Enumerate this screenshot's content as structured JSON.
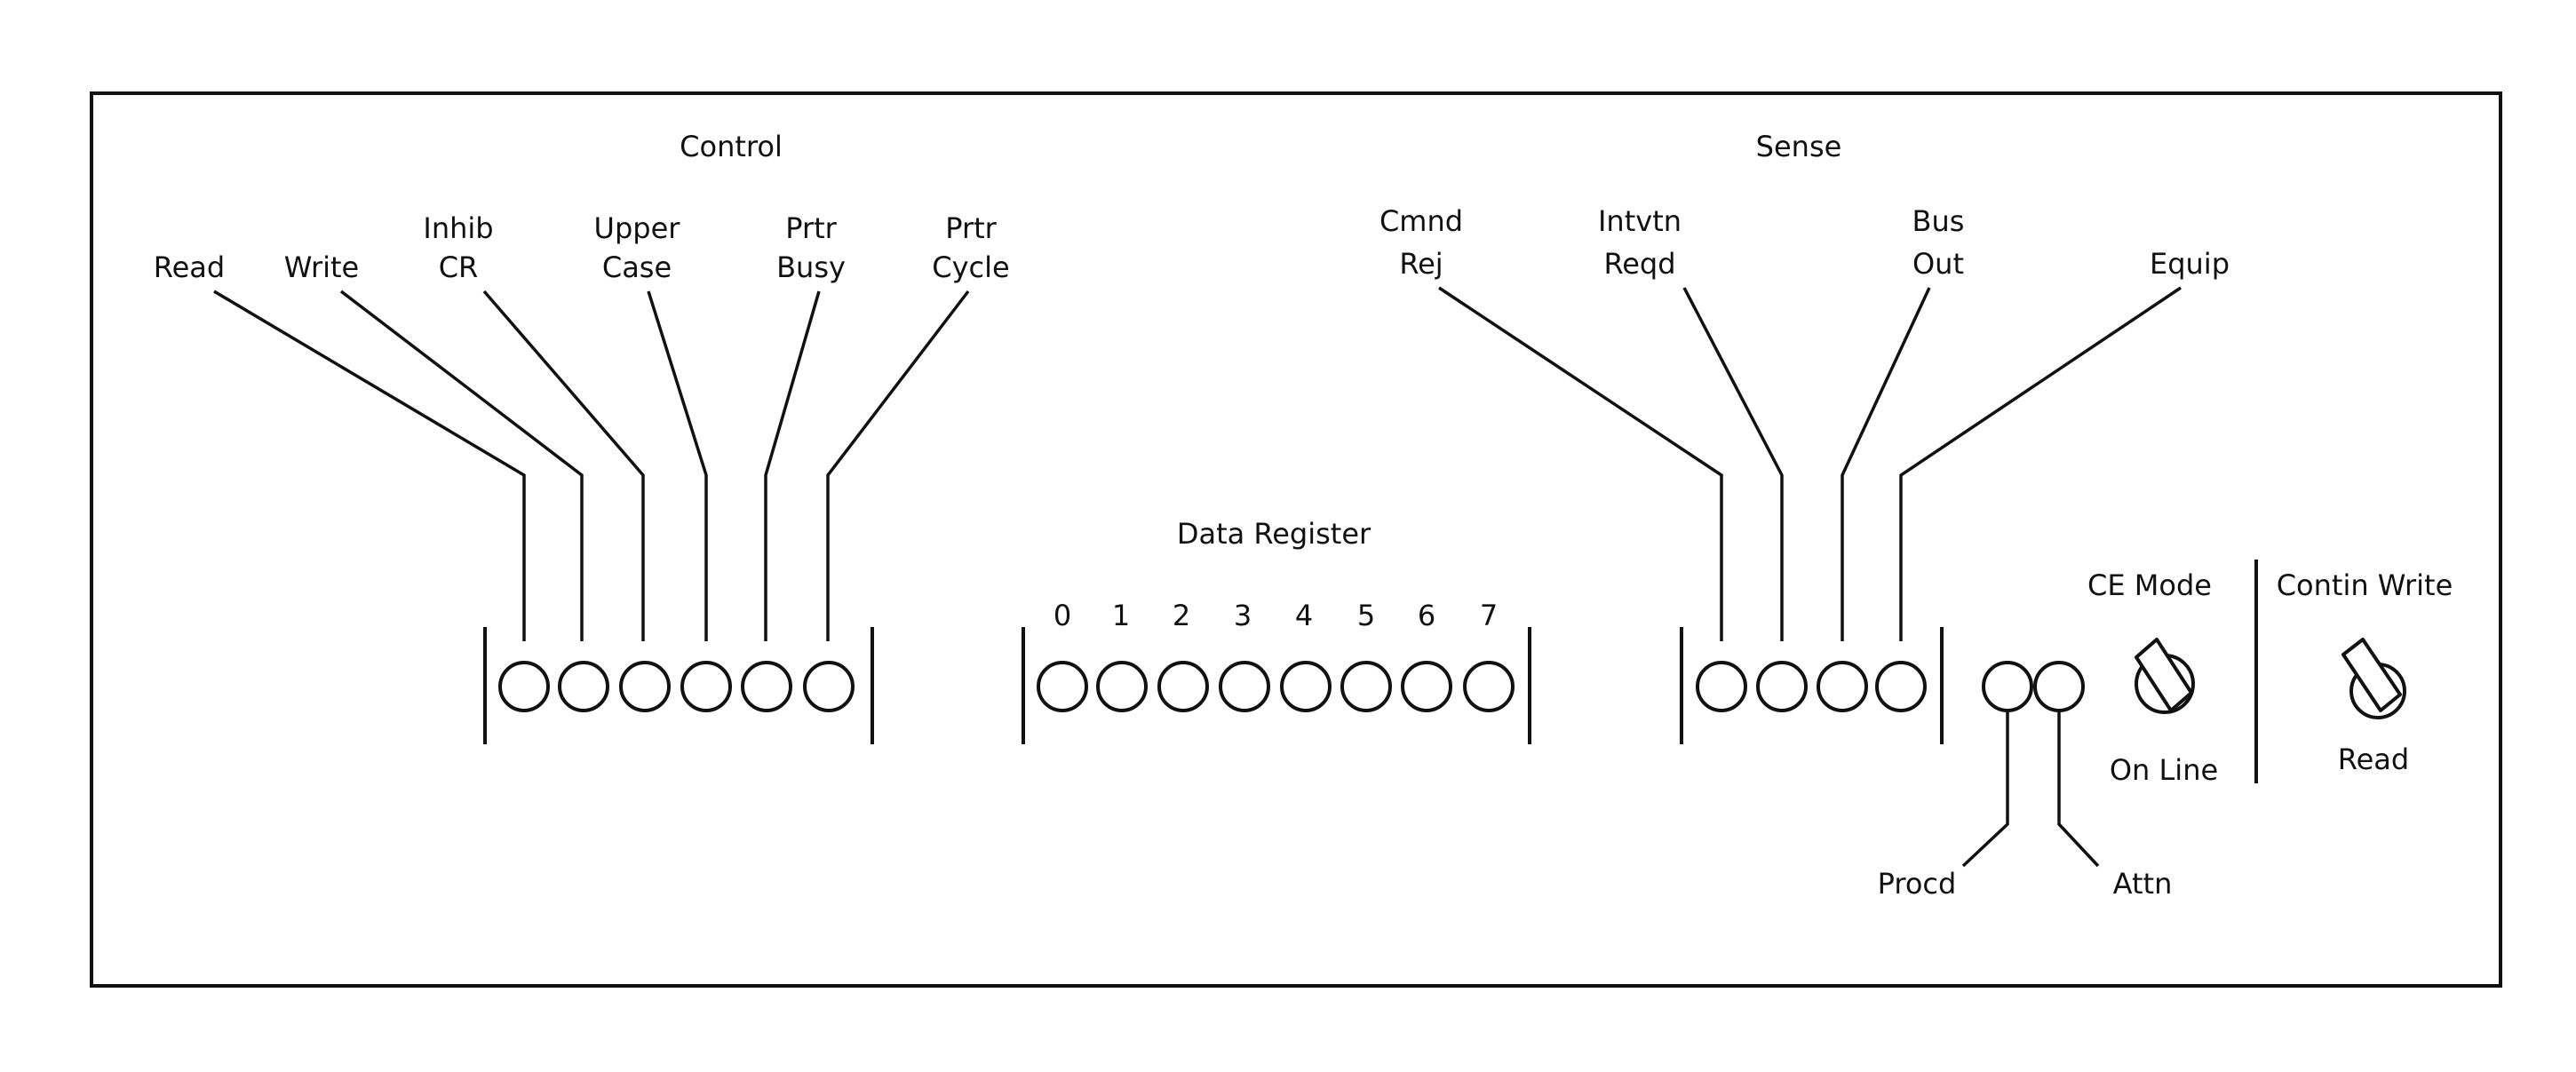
{
  "panel": {
    "control": {
      "title": "Control",
      "labels": [
        [
          "Read"
        ],
        [
          "Write"
        ],
        [
          "Inhib",
          "CR"
        ],
        [
          "Upper",
          "Case"
        ],
        [
          "Prtr",
          "Busy"
        ],
        [
          "Prtr",
          "Cycle"
        ]
      ]
    },
    "data_register": {
      "title": "Data Register",
      "bits": [
        "0",
        "1",
        "2",
        "3",
        "4",
        "5",
        "6",
        "7"
      ]
    },
    "sense": {
      "title": "Sense",
      "labels": [
        [
          "Cmnd",
          "Rej"
        ],
        [
          "Intvtn",
          "Reqd"
        ],
        [
          "Bus",
          "Out"
        ],
        [
          "Equip"
        ]
      ]
    },
    "status": {
      "labels": [
        "Procd",
        "Attn"
      ]
    },
    "ce_mode_switch": {
      "top_label": "CE Mode",
      "bottom_label": "On Line"
    },
    "contin_write_switch": {
      "top_label": "Contin Write",
      "bottom_label": "Read"
    }
  }
}
